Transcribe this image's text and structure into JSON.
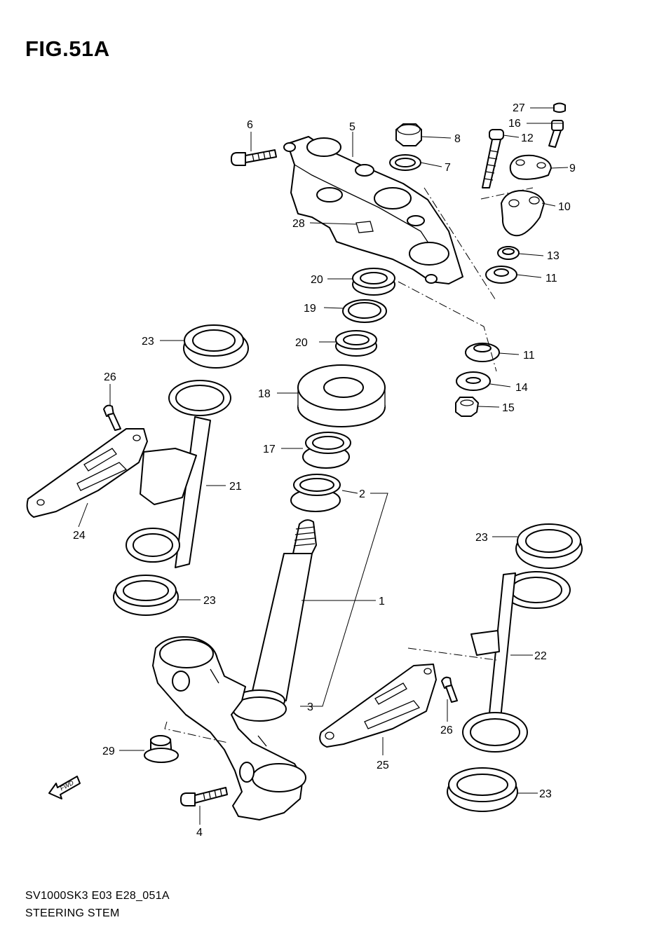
{
  "figure": {
    "title": "FIG.51A",
    "model_line": "SV1000SK3 E03 E28_051A",
    "caption": "STEERING STEM"
  },
  "callouts": [
    {
      "id": "c1",
      "label": "1"
    },
    {
      "id": "c2",
      "label": "2"
    },
    {
      "id": "c3",
      "label": "3"
    },
    {
      "id": "c4",
      "label": "4"
    },
    {
      "id": "c5",
      "label": "5"
    },
    {
      "id": "c6",
      "label": "6"
    },
    {
      "id": "c7",
      "label": "7"
    },
    {
      "id": "c8",
      "label": "8"
    },
    {
      "id": "c9",
      "label": "9"
    },
    {
      "id": "c10",
      "label": "10"
    },
    {
      "id": "c11a",
      "label": "11"
    },
    {
      "id": "c11b",
      "label": "11"
    },
    {
      "id": "c12",
      "label": "12"
    },
    {
      "id": "c13",
      "label": "13"
    },
    {
      "id": "c14",
      "label": "14"
    },
    {
      "id": "c15",
      "label": "15"
    },
    {
      "id": "c16",
      "label": "16"
    },
    {
      "id": "c17",
      "label": "17"
    },
    {
      "id": "c18",
      "label": "18"
    },
    {
      "id": "c19",
      "label": "19"
    },
    {
      "id": "c20a",
      "label": "20"
    },
    {
      "id": "c20b",
      "label": "20"
    },
    {
      "id": "c21",
      "label": "21"
    },
    {
      "id": "c22",
      "label": "22"
    },
    {
      "id": "c23a",
      "label": "23"
    },
    {
      "id": "c23b",
      "label": "23"
    },
    {
      "id": "c23c",
      "label": "23"
    },
    {
      "id": "c23d",
      "label": "23"
    },
    {
      "id": "c24",
      "label": "24"
    },
    {
      "id": "c25",
      "label": "25"
    },
    {
      "id": "c26a",
      "label": "26"
    },
    {
      "id": "c26b",
      "label": "26"
    },
    {
      "id": "c27",
      "label": "27"
    },
    {
      "id": "c28",
      "label": "28"
    },
    {
      "id": "c29",
      "label": "29"
    }
  ],
  "fwd_arrow": {
    "label": "FWD"
  }
}
